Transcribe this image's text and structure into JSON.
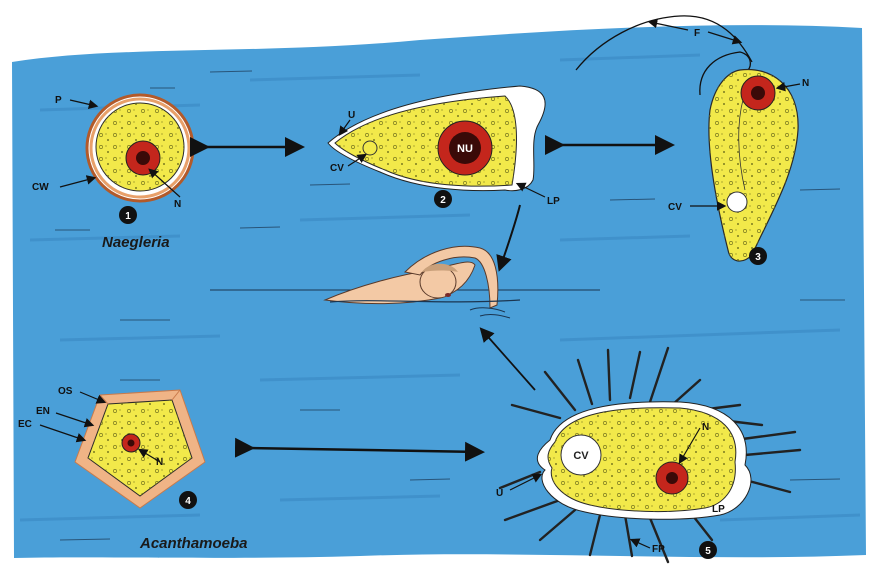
{
  "labels": {
    "naegleria": "Naegleria",
    "acanthamoeba": "Acanthamoeba",
    "p": "P",
    "cw": "CW",
    "n": "N",
    "u": "U",
    "cv": "CV",
    "nu": "NU",
    "lp": "LP",
    "f": "F",
    "os": "OS",
    "en": "EN",
    "ec": "EC",
    "fp": "FP"
  },
  "stage_numbers": [
    "1",
    "2",
    "3",
    "4",
    "5"
  ],
  "colors": {
    "water": "#4a9fd8",
    "cytoplasm": "#f2e94a",
    "nucleus": "#c4261c",
    "nucleolus": "#3a0a08",
    "cyst_wall": "#e8a06a",
    "ectocyst": "#f0b486",
    "outline": "#1a1a1a"
  }
}
